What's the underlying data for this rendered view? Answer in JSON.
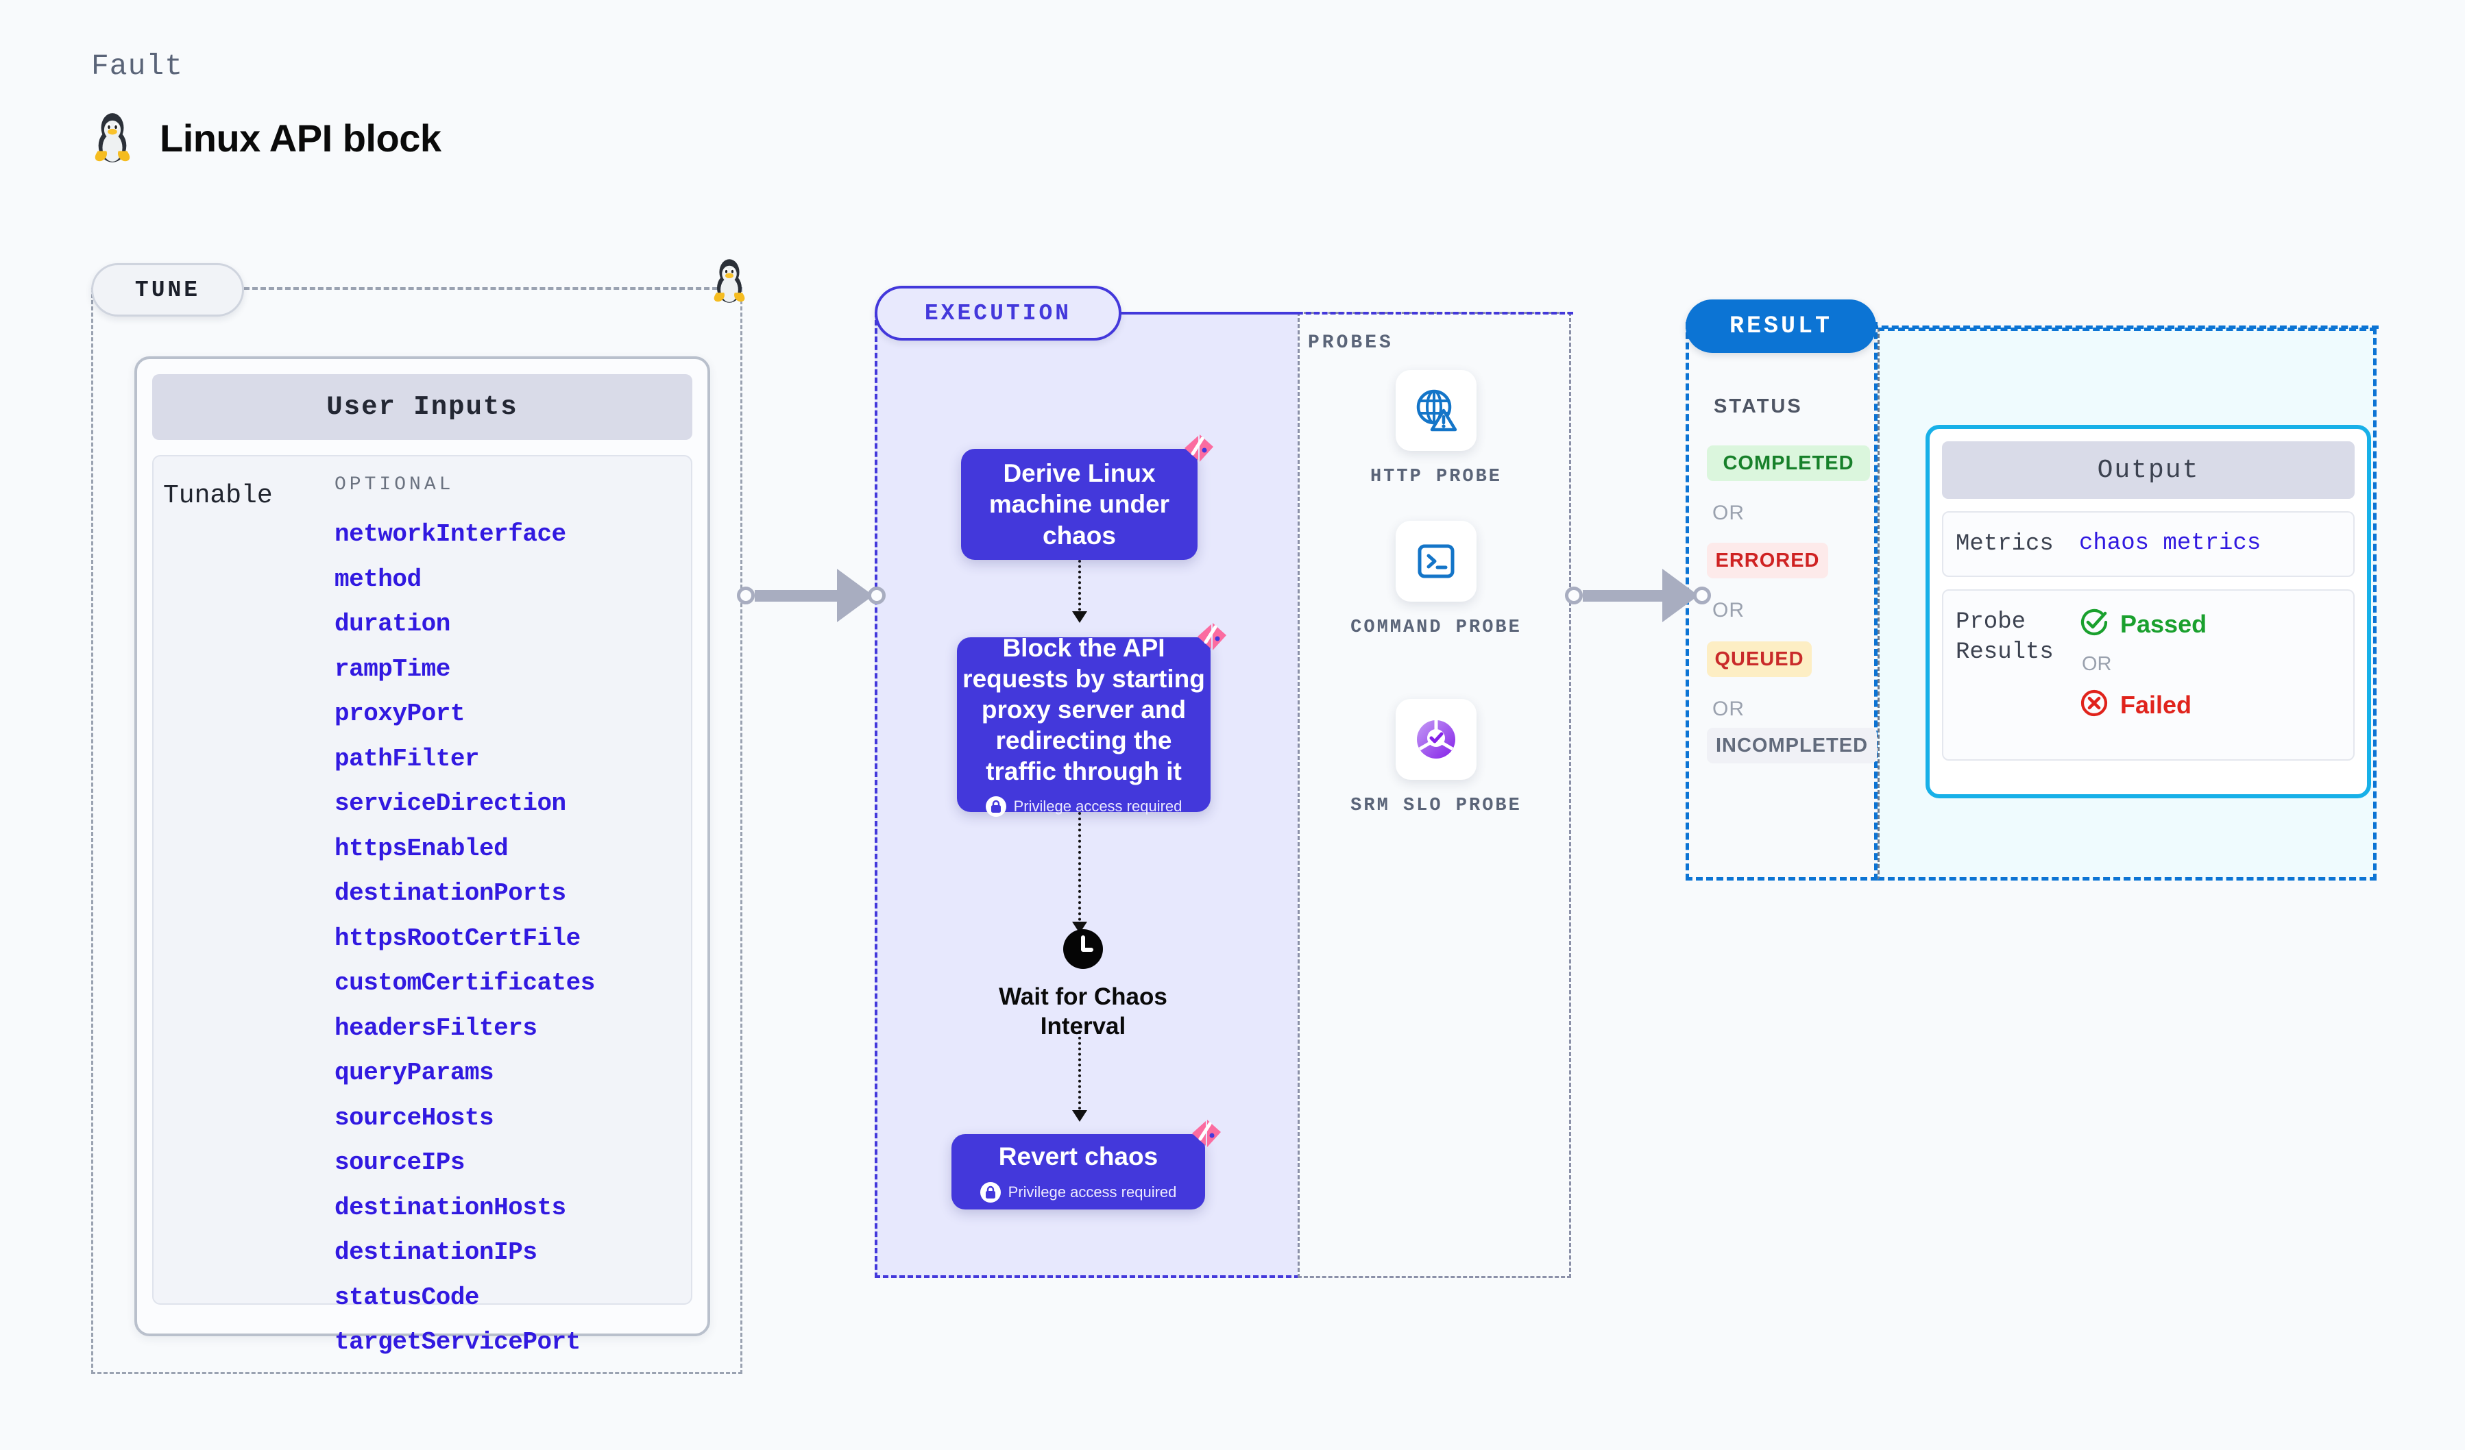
{
  "header": {
    "eyebrow": "Fault",
    "title": "Linux API block",
    "icon": "tux-penguin-icon"
  },
  "tune": {
    "pill_label": "TUNE",
    "card_title": "User Inputs",
    "tunable_label": "Tunable",
    "optional_label": "OPTIONAL",
    "parameters": [
      "networkInterface",
      "method",
      "duration",
      "rampTime",
      "proxyPort",
      "pathFilter",
      "serviceDirection",
      "httpsEnabled",
      "destinationPorts",
      "httpsRootCertFile",
      "customCertificates",
      "headersFilters",
      "queryParams",
      "sourceHosts",
      "sourceIPs",
      "destinationHosts",
      "destinationIPs",
      "statusCode",
      "targetServicePort"
    ]
  },
  "execution": {
    "pill_label": "EXECUTION",
    "nodes": [
      {
        "title": "Derive Linux machine under chaos",
        "privilege": null
      },
      {
        "title": "Block the API requests by starting proxy server and redirecting the traffic through it",
        "privilege": "Privilege access required"
      },
      {
        "title": "Wait for Chaos Interval",
        "icon": "clock-icon"
      },
      {
        "title": "Revert chaos",
        "privilege": "Privilege access required"
      }
    ]
  },
  "probes": {
    "title": "PROBES",
    "items": [
      {
        "label": "HTTP PROBE",
        "icon": "globe-warning-icon"
      },
      {
        "label": "COMMAND PROBE",
        "icon": "terminal-icon"
      },
      {
        "label": "SRM SLO PROBE",
        "icon": "slo-donut-check-icon"
      }
    ]
  },
  "result": {
    "pill_label": "RESULT",
    "status_title": "STATUS",
    "or_label": "OR",
    "statuses": [
      {
        "label": "COMPLETED",
        "bg": "#dbf6dd",
        "color": "#17802a"
      },
      {
        "label": "ERRORED",
        "bg": "#fdeaea",
        "color": "#cf2222"
      },
      {
        "label": "QUEUED",
        "bg": "#fdeec4",
        "color": "#c92a2a"
      },
      {
        "label": "INCOMPLETED",
        "bg": "#f0f1f6",
        "color": "#626b7c"
      }
    ]
  },
  "output": {
    "title": "Output",
    "metrics_key": "Metrics",
    "metrics_value": "chaos metrics",
    "probe_results_key": "Probe Results",
    "passed_label": "Passed",
    "failed_label": "Failed",
    "or_label": "OR"
  },
  "colors": {
    "accent_purple": "#4338db",
    "accent_blue": "#0c74d4",
    "cyan": "#17b0e8",
    "param_blue": "#3119e0",
    "pink_badge": "#fb6ca0"
  }
}
